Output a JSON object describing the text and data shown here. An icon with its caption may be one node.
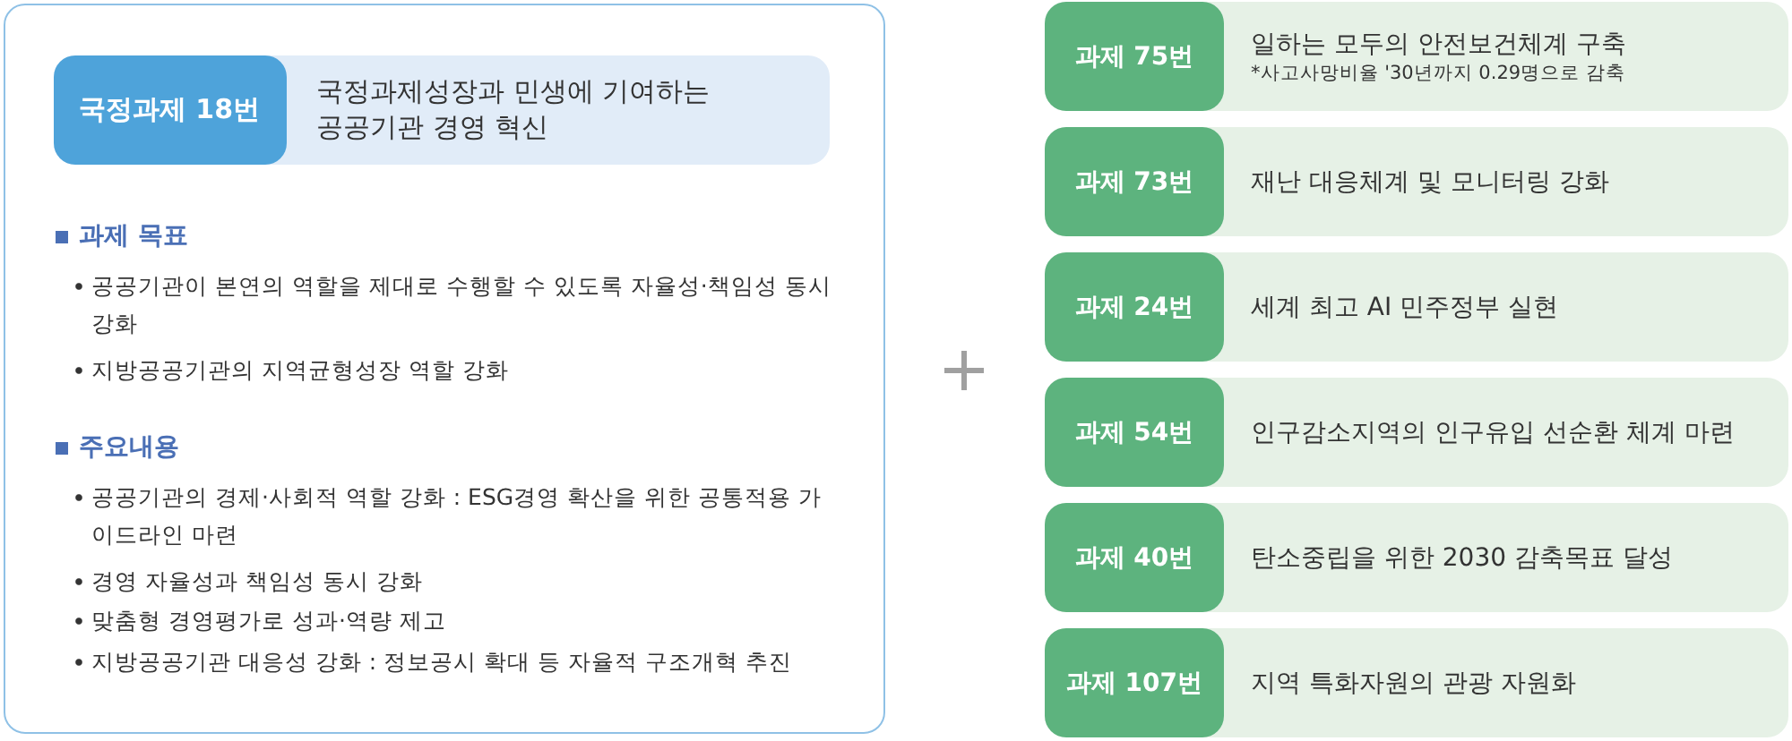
{
  "diagram": {
    "nodes": [
      {
        "text": [
          "과제 목표",
          "공공기관이 본연의 역할을 제대로 수행할 수 있도록 자율성·책임성 동시 강화",
          "지방공공기관의 지역균형성장 역할 강화",
          "주요내용",
          "공공기관의 경제·사회적 역할 강화 : ESG경영 확산을 위한 공통적용 가이드라인 마련",
          "경영 자율성과 책임성 동시 강화",
          "맞춤형 경영평가로 성과·역량 제고",
          "지방공공기관 대응성 강화 : 정보공시 확대 등 자율적 구조개혁 추진"
        ]
      },
      {
        "text": [
          "국정과제 18번",
          "국정과제성장과 민생에 기여하는 공공기관 경영 혁신"
        ],
        "in": 0
      },
      {
        "text": [
          "과제 75번",
          "일하는 모두의 안전보건체계 구축",
          "*사고사망비율 '30년까지 0.29명으로 감축"
        ]
      },
      {
        "text": [
          "과제 73번",
          "재난 대응체계 및 모니터링 강화"
        ]
      },
      {
        "text": [
          "과제 24번",
          "세계 최고 AI 민주정부 실현"
        ]
      },
      {
        "text": [
          "과제 54번",
          "인구감소지역의 인구유입 선순환 체계 마련"
        ]
      },
      {
        "text": [
          "과제 40번",
          "탄소중립을 위한 2030 감축목표 달성"
        ]
      },
      {
        "text": [
          "과제 107번",
          "지역 특화자원의 관광 자원화"
        ]
      }
    ]
  }
}
